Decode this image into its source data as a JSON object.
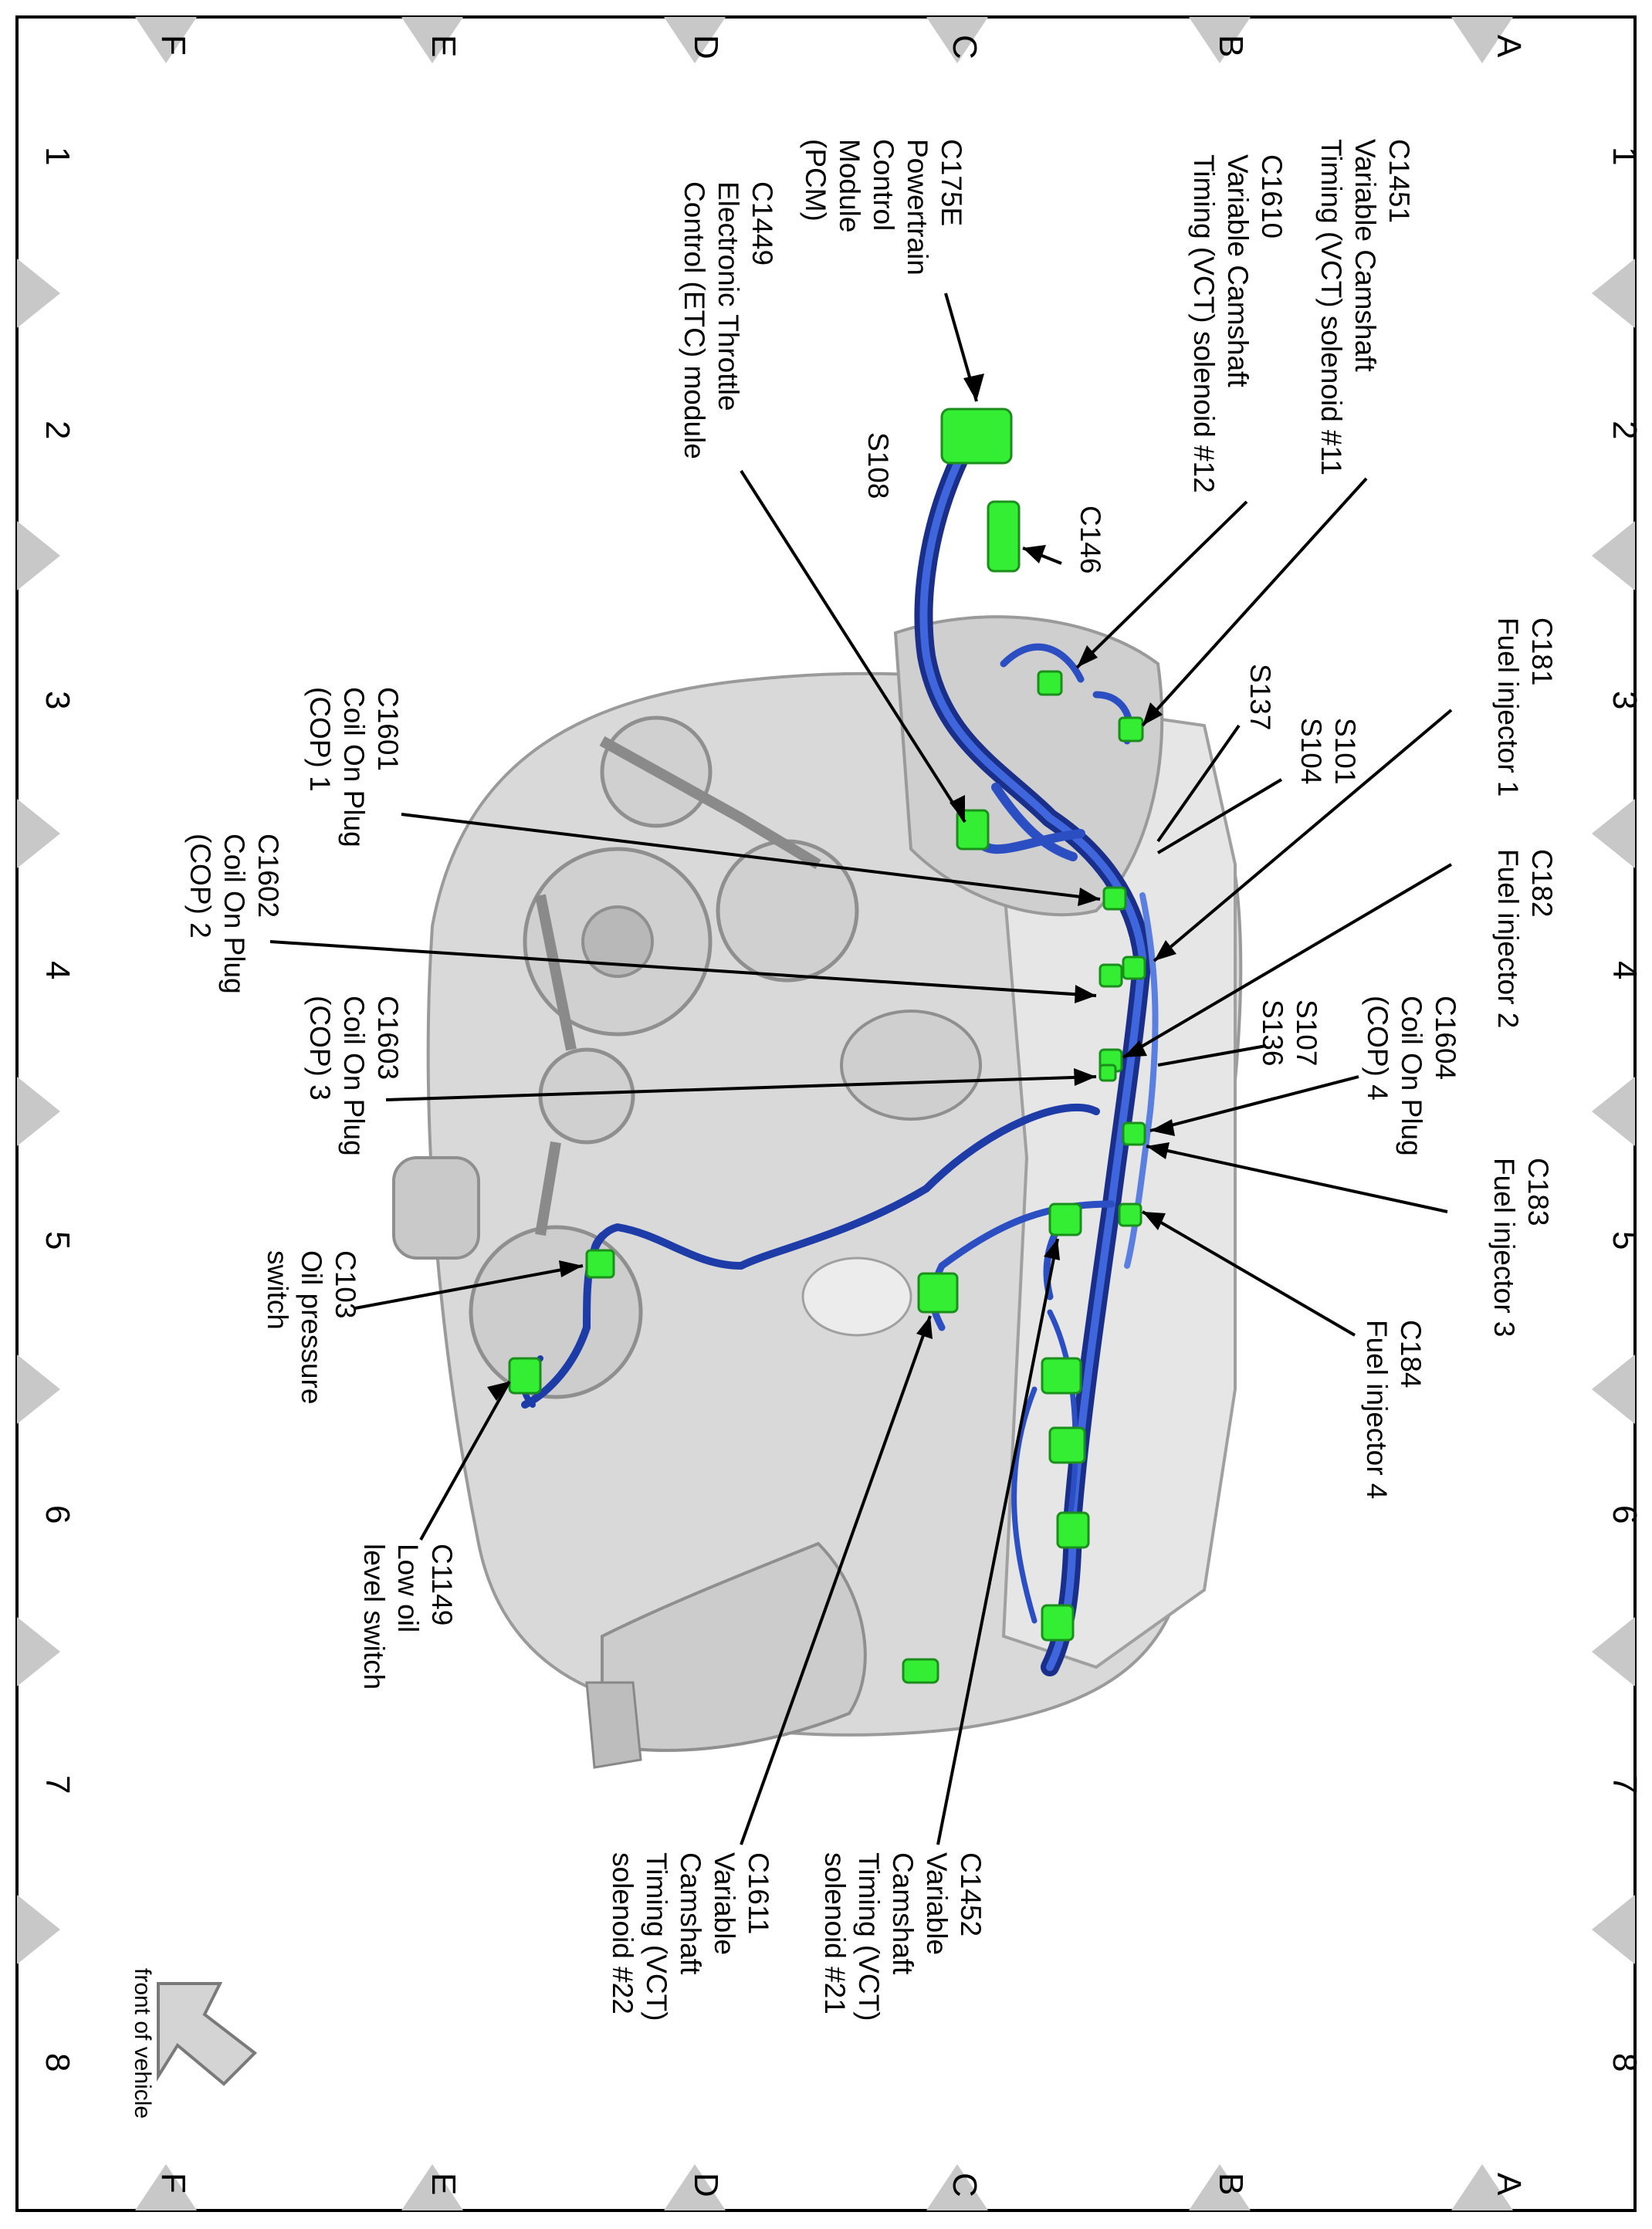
{
  "grid": {
    "rows": [
      "A",
      "B",
      "C",
      "D",
      "E",
      "F"
    ],
    "columns": [
      "1",
      "2",
      "3",
      "4",
      "5",
      "6",
      "7",
      "8"
    ]
  },
  "labels": {
    "c1451": [
      "C1451",
      "Variable Camshaft",
      "Timing (VCT) solenoid #11"
    ],
    "c1610": [
      "C1610",
      "Variable Camshaft",
      "Timing (VCT) solenoid #12"
    ],
    "c175e": [
      "C175E",
      "Powertrain",
      "Control",
      "Module",
      "(PCM)"
    ],
    "c1449": [
      "C1449",
      "Electronic Throttle",
      "Control (ETC) module"
    ],
    "s108": [
      "S108"
    ],
    "c146": [
      "C146"
    ],
    "c181": [
      "C181",
      "Fuel injector 1"
    ],
    "s137": [
      "S137"
    ],
    "s101": [
      "S101",
      "S104"
    ],
    "c182": [
      "C182",
      "Fuel injector 2"
    ],
    "c1601": [
      "C1601",
      "Coil On Plug",
      "(COP) 1"
    ],
    "c1602": [
      "C1602",
      "Coil On Plug",
      "(COP) 2"
    ],
    "c1604": [
      "C1604",
      "Coil On Plug",
      "(COP) 4"
    ],
    "s107": [
      "S107",
      "S136"
    ],
    "c1603": [
      "C1603",
      "Coil On Plug",
      "(COP) 3"
    ],
    "c183": [
      "C183",
      "Fuel injector 3"
    ],
    "c184": [
      "C184",
      "Fuel injector 4"
    ],
    "c103": [
      "C103",
      "Oil pressure",
      "switch"
    ],
    "c1149": [
      "C1149",
      "Low oil",
      "level switch"
    ],
    "c1611": [
      "C1611",
      "Variable",
      "Camshaft",
      "Timing (VCT)",
      "solenoid #22"
    ],
    "c1452": [
      "C1452",
      "Variable",
      "Camshaft",
      "Timing (VCT)",
      "solenoid #21"
    ],
    "front": [
      "front of vehicle"
    ]
  },
  "colors": {
    "harness": "#2b4fc2",
    "harness_dark": "#1a2f8a",
    "connector": "#33ee33",
    "engine": "#d6d6d6",
    "engine_shade": "#a8a8a8",
    "marker": "#c8c8c8"
  }
}
